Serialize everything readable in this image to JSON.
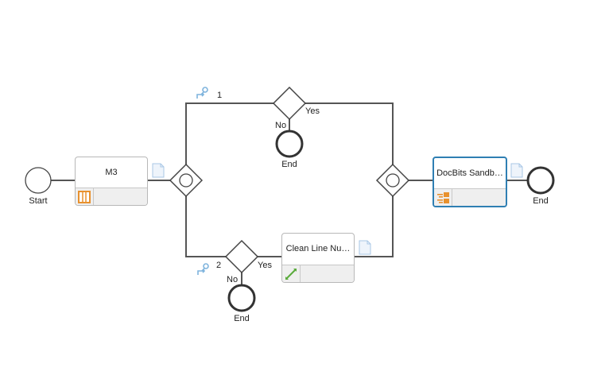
{
  "diagram": {
    "start_event": {
      "label": "Start"
    },
    "tasks": [
      {
        "id": "m3",
        "title": "M3",
        "type_icon": "columns-icon",
        "type_color": "#e8912e"
      },
      {
        "id": "clean",
        "title": "Clean Line Nu…",
        "type_icon": "line-tool-icon",
        "type_color": "#5aab3c"
      },
      {
        "id": "docbits",
        "title": "DocBits Sandb…",
        "type_icon": "hierarchy-icon",
        "type_color": "#e8912e",
        "selected": true
      }
    ],
    "branches": [
      {
        "index_label": "1",
        "condition_icon": "condition-search-icon",
        "yes_label": "Yes",
        "no_label": "No",
        "end_label": "End"
      },
      {
        "index_label": "2",
        "condition_icon": "condition-search-icon",
        "yes_label": "Yes",
        "no_label": "No",
        "end_label": "End"
      }
    ],
    "final_end": {
      "label": "End"
    },
    "colors": {
      "connector": "#555555",
      "selected_border": "#2f7fb3",
      "doc_icon": "#a9c7e6",
      "condition_icon": "#7fb4dd"
    }
  }
}
